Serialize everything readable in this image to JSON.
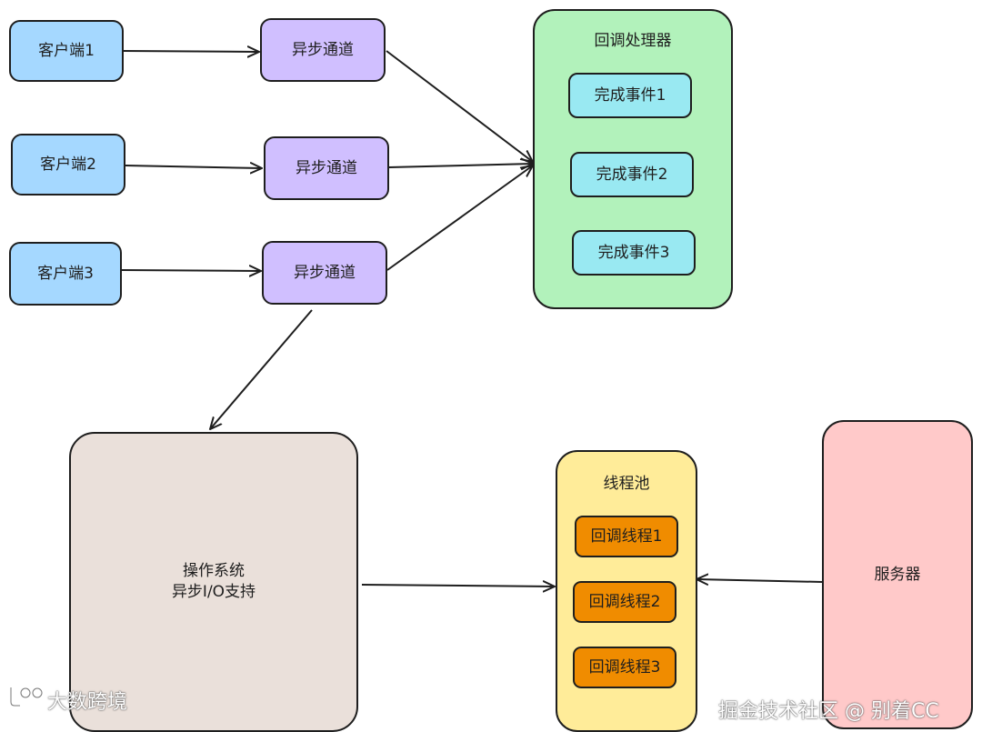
{
  "clients": [
    "客户端1",
    "客户端2",
    "客户端3"
  ],
  "channels": [
    "异步通道",
    "异步通道",
    "异步通道"
  ],
  "callback_handler": {
    "title": "回调处理器",
    "events": [
      "完成事件1",
      "完成事件2",
      "完成事件3"
    ]
  },
  "os": {
    "line1": "操作系统",
    "line2": "异步I/O支持"
  },
  "thread_pool": {
    "title": "线程池",
    "threads": [
      "回调线程1",
      "回调线程2",
      "回调线程3"
    ]
  },
  "server": "服务器",
  "watermarks": {
    "left": "大数跨境",
    "right": "掘金技术社区 @ 别着CC"
  },
  "colors": {
    "client": "#a5d8ff",
    "channel": "#d0bfff",
    "handler": "#b2f2bb",
    "event": "#99e9f2",
    "os": "#eae0da",
    "thread_pool": "#ffec99",
    "thread": "#f08c00",
    "server": "#ffc9c9",
    "stroke": "#1e1e1e"
  }
}
